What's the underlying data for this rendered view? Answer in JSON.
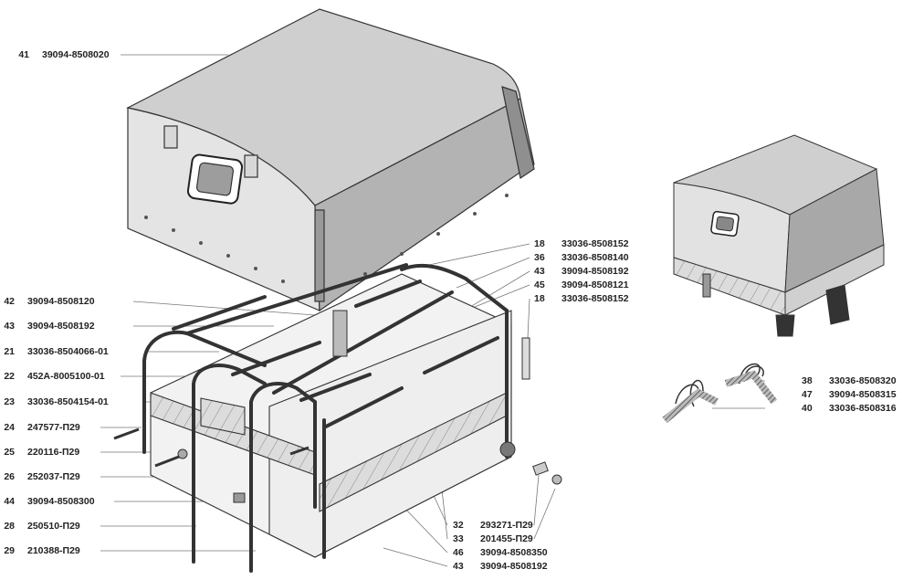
{
  "leaders_left": [
    {
      "num": "41",
      "code": "39094-8508020"
    },
    {
      "num": "42",
      "code": "39094-8508120"
    },
    {
      "num": "43",
      "code": "39094-8508192"
    },
    {
      "num": "21",
      "code": "33036-8504066-01"
    },
    {
      "num": "22",
      "code": "452А-8005100-01"
    },
    {
      "num": "23",
      "code": "33036-8504154-01"
    },
    {
      "num": "24",
      "code": "247577-П29"
    },
    {
      "num": "25",
      "code": "220116-П29"
    },
    {
      "num": "26",
      "code": "252037-П29"
    },
    {
      "num": "44",
      "code": "39094-8508300"
    },
    {
      "num": "28",
      "code": "250510-П29"
    },
    {
      "num": "29",
      "code": "210388-П29"
    }
  ],
  "leaders_right_top": [
    {
      "num": "18",
      "code": "33036-8508152"
    },
    {
      "num": "36",
      "code": "33036-8508140"
    },
    {
      "num": "43",
      "code": "39094-8508192"
    },
    {
      "num": "45",
      "code": "39094-8508121"
    },
    {
      "num": "18",
      "code": "33036-8508152"
    }
  ],
  "leaders_hooks": [
    {
      "num": "38",
      "code": "33036-8508320"
    },
    {
      "num": "47",
      "code": "39094-8508315"
    },
    {
      "num": "40",
      "code": "33036-8508316"
    }
  ],
  "leaders_bottom": [
    {
      "num": "32",
      "code": "293271-П29"
    },
    {
      "num": "33",
      "code": "201455-П29"
    },
    {
      "num": "46",
      "code": "39094-8508350"
    },
    {
      "num": "43",
      "code": "39094-8508192"
    }
  ],
  "colors": {
    "line": "#333333",
    "fill_canvas": "#d6d6d6",
    "fill_dark": "#9a9a9a",
    "fill_light": "#ececec"
  }
}
